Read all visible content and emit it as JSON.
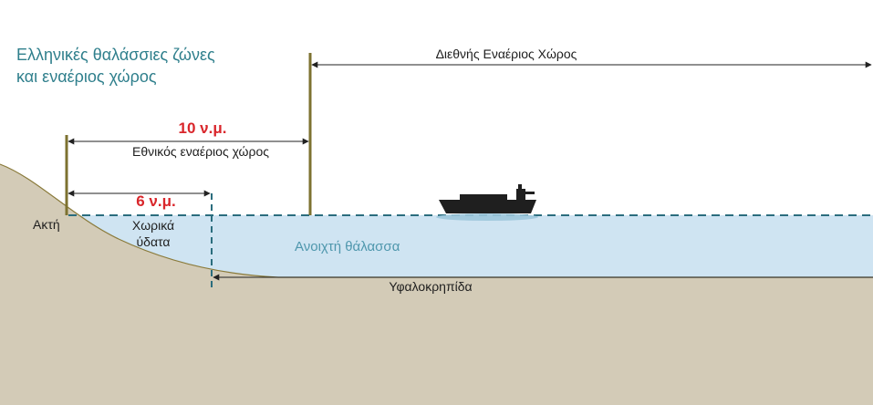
{
  "title": {
    "line1": "Ελληνικές θαλάσσιες ζώνες",
    "line2": "και εναέριος χώρος"
  },
  "labels": {
    "international_airspace": "Διεθνής Εναέριος Χώρος",
    "distance_10nm": "10 ν.μ.",
    "national_airspace": "Εθνικός εναέριος χώρος",
    "distance_6nm": "6 ν.μ.",
    "coast": "Ακτή",
    "territorial_waters_line1": "Χωρικά",
    "territorial_waters_line2": "ύδατα",
    "open_sea": "Ανοιχτή θάλασσα",
    "continental_shelf": "Υφαλοκρηπίδα"
  },
  "colors": {
    "title": "#2f7f8c",
    "land": "#d3cbb7",
    "sea": "#cfe4f2",
    "sea_surface_line": "#2b6d7e",
    "pole": "#7d7230",
    "arrow": "#222222",
    "distance_highlight": "#d9262b",
    "ship": "#1f1f1f"
  },
  "icons": {
    "vessel": "cargo-ship-icon"
  }
}
